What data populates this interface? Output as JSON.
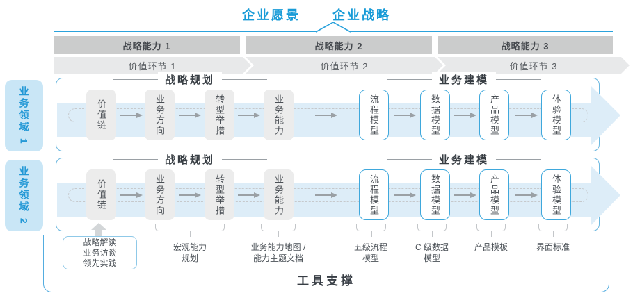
{
  "title": {
    "vision": "企业愿景",
    "strategy": "企业战略"
  },
  "capabilities": [
    "战略能力 1",
    "战略能力 2",
    "战略能力 3"
  ],
  "value_links": [
    "价值环节 1",
    "价值环节 2",
    "价值环节 3"
  ],
  "domains": [
    "业务领域 1",
    "业务领域 2"
  ],
  "band": {
    "planning_header": "战略规划",
    "modeling_header": "业务建模",
    "gray_boxes": [
      "价值链",
      "业务方向",
      "转型举措",
      "业务能力"
    ],
    "white_boxes": [
      "流程模型",
      "数据模型",
      "产品模型",
      "体验模型"
    ]
  },
  "intake": {
    "lines": [
      "战略解读",
      "业务访谈",
      "领先实践"
    ]
  },
  "footnotes": [
    {
      "line1": "宏观能力",
      "line2": "规划"
    },
    {
      "line1": "业务能力地图 /",
      "line2": "能力主题文档"
    },
    {
      "line1": "五级流程",
      "line2": "模型"
    },
    {
      "line1": "C 级数据",
      "line2": "模型"
    },
    {
      "line1": "产品模板"
    },
    {
      "line1": "界面标准"
    }
  ],
  "tool_support": "工具支撑",
  "colors": {
    "accent_blue": "#189bd7",
    "line_blue": "#2aa2dc",
    "band_border": "#6cb8e0",
    "white_box_border": "#3fa8dc",
    "flow_fill": "#ddedf8",
    "capability_bar": "#cbcccc",
    "chevron_bar": "#e8e9ea",
    "gray_box": "#ececec",
    "domain_fill": "#c9e6f6",
    "text_dark": "#383e44"
  }
}
